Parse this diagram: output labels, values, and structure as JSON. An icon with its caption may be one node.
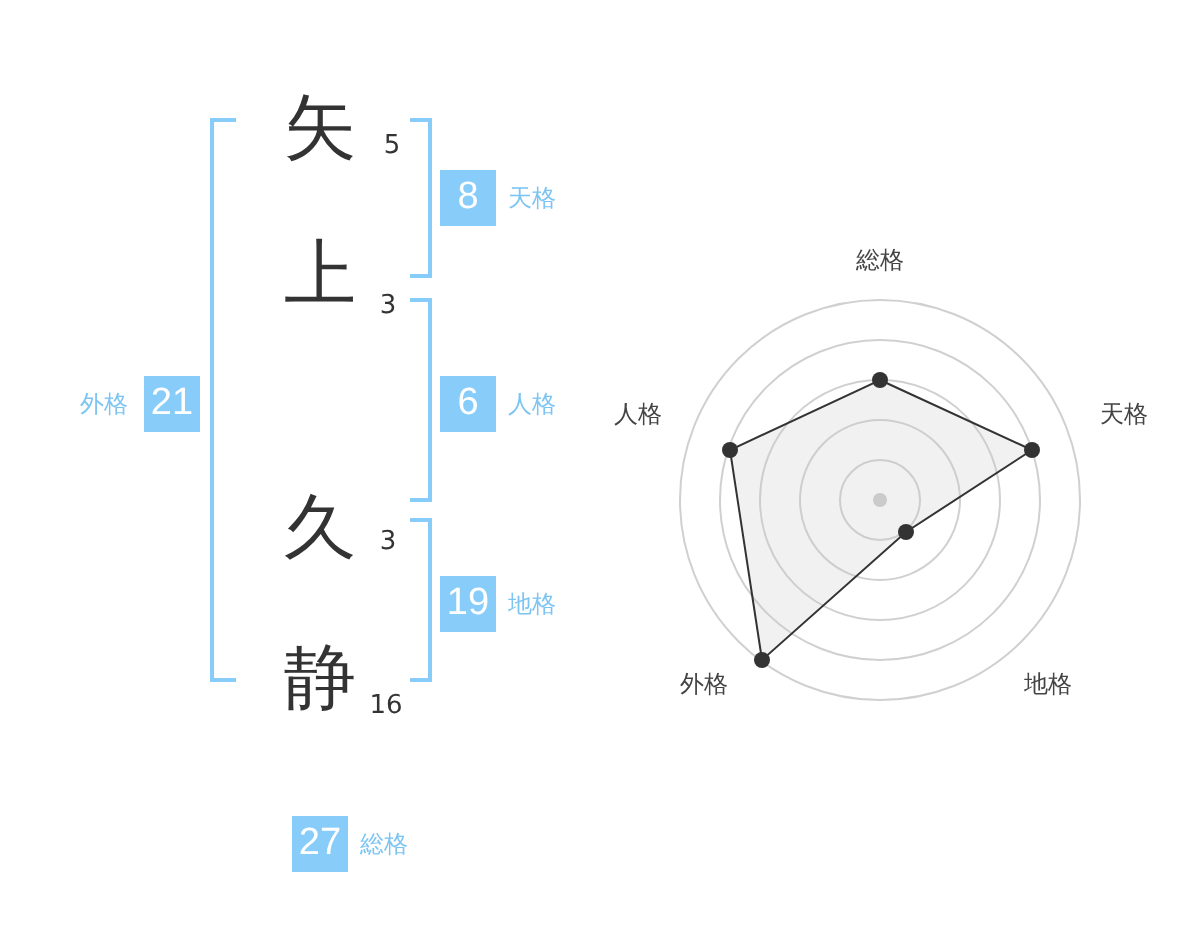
{
  "diagram": {
    "nodes": [
      {
        "text": [
          "8"
        ],
        "beside": [
          "天格"
        ]
      },
      {
        "text": [
          "21"
        ],
        "beside": [
          "外格"
        ]
      },
      {
        "text": [
          "6"
        ],
        "beside": [
          "人格"
        ]
      },
      {
        "text": [
          "19"
        ],
        "beside": [
          "地格"
        ]
      },
      {
        "text": [
          "27"
        ],
        "beside": [
          "総格"
        ]
      }
    ],
    "labels": [
      "矢",
      "5",
      "上",
      "3",
      "久",
      "3",
      "静",
      "16",
      "総格",
      "人格",
      "天格",
      "外格",
      "地格"
    ]
  }
}
